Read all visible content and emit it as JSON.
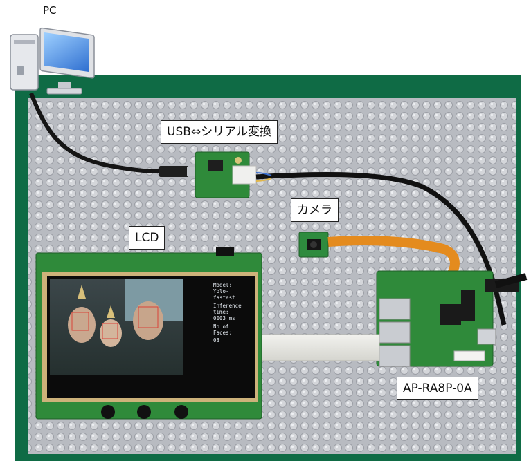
{
  "labels": {
    "pc": "PC",
    "usb_serial": "USB⇔シリアル変換",
    "camera": "カメラ",
    "lcd": "LCD",
    "board": "AP-RA8P-0A"
  },
  "lcd_screen": {
    "model_label": "Model:",
    "model_value_1": "Yolo-",
    "model_value_2": "fastest",
    "inference_label_1": "Inference",
    "inference_label_2": "time:",
    "inference_value": "0003 ms",
    "faces_label_1": "No of",
    "faces_label_2": "Faces:",
    "faces_value": "03"
  },
  "colors": {
    "green_mat": "#0f6b45",
    "pcb_green": "#2f8a3a",
    "wrap_gray": "#b9bcc2",
    "callout_border": "#222222"
  }
}
